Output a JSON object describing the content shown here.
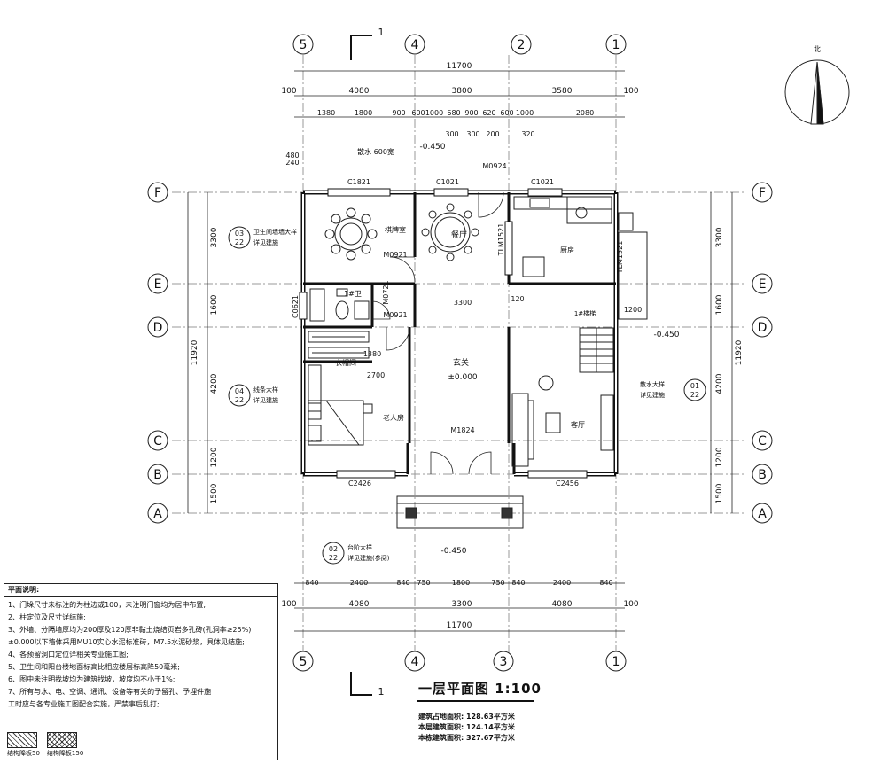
{
  "drawing": {
    "title": "一层平面图 1:100",
    "north_label": "北",
    "section_mark": "1",
    "axes_top": [
      "5",
      "4",
      "2",
      "1"
    ],
    "axes_bottom": [
      "5",
      "4",
      "3",
      "1"
    ],
    "axes_side": [
      "F",
      "E",
      "D",
      "C",
      "B",
      "A"
    ],
    "dims_top_total": "11700",
    "dims_top_main": [
      "100",
      "4080",
      "3800",
      "3580",
      "100"
    ],
    "dims_top_detail": [
      "1380",
      "1800",
      "900",
      "600",
      "1000",
      "680",
      "900",
      "620",
      "600",
      "1000",
      "2080"
    ],
    "dims_bottom_detail": [
      "840",
      "2400",
      "840",
      "750",
      "1800",
      "750",
      "840",
      "2400",
      "840"
    ],
    "dims_bottom_main": [
      "100",
      "4080",
      "3300",
      "4080",
      "100"
    ],
    "dims_bottom_total": "11700",
    "dims_left": [
      "3300",
      "1600",
      "4200",
      "1200",
      "1500"
    ],
    "dims_left_total": "11920",
    "dims_right": [
      "3300",
      "1600",
      "4200",
      "1200",
      "1500"
    ],
    "dims_right_total": "11920",
    "levels": [
      "-0.450",
      "-0.450",
      "±0.000",
      "-0.450"
    ],
    "rooms": {
      "dining": "餐厅",
      "chess": "棋牌室",
      "kitchen": "厨房",
      "wc": "1#卫",
      "wardrobe": "衣帽间",
      "hall": "玄关",
      "elder": "老人房",
      "living": "客厅",
      "stair": "1#楼梯"
    },
    "doors_windows": [
      "C1821",
      "C1021",
      "C1021",
      "M0924",
      "M0921",
      "M0721",
      "M0921",
      "C0621",
      "TLM1521",
      "TLM1521",
      "M1824",
      "C2426",
      "C2456"
    ],
    "callouts": [
      {
        "num": "03",
        "sheet": "22",
        "text1": "卫生间墙墙大样",
        "text2": "详见建施"
      },
      {
        "num": "04",
        "sheet": "22",
        "text1": "线条大样",
        "text2": "详见建施"
      },
      {
        "num": "02",
        "sheet": "22",
        "text1": "台阶大样",
        "text2": "详见建施(参阅)"
      },
      {
        "num": "01",
        "sheet": "22",
        "text1": "散水大样",
        "text2": "详见建施"
      }
    ],
    "misc_labels": [
      "散水 600宽",
      "3300",
      "120",
      "1380",
      "2700",
      "300",
      "300",
      "200",
      "320",
      "480",
      "240",
      "1200"
    ]
  },
  "notes": {
    "heading": "平面说明:",
    "items": [
      "1、门垛尺寸未标注的为柱边或100，未注明门窗均为居中布置;",
      "2、柱定位及尺寸详结施;",
      "3、外墙、分隔墙厚均为200厚及120厚非黏土烧结页岩多孔砖(孔洞率≥25%)",
      "   ±0.000以下墙体采用MU10实心水泥标准砖，M7.5水泥砂浆，具体见结施;",
      "4、各预留洞口定位详相关专业施工图;",
      "5、卫生间和阳台楼地面标高比相应楼层标高降50毫米;",
      "6、图中未注明找坡均为建筑找坡，坡度均不小于1%;",
      "7、所有与水、电、空调、通讯、设备等有关的予留孔、予埋件施",
      "   工时应与各专业施工图配合实施，严禁事后乱打;"
    ],
    "legend": [
      "结构降板50",
      "结构降板150"
    ]
  },
  "areas": [
    "建筑占地面积: 128.63平方米",
    "本层建筑面积: 124.14平方米",
    "本栋建筑面积: 327.67平方米"
  ]
}
